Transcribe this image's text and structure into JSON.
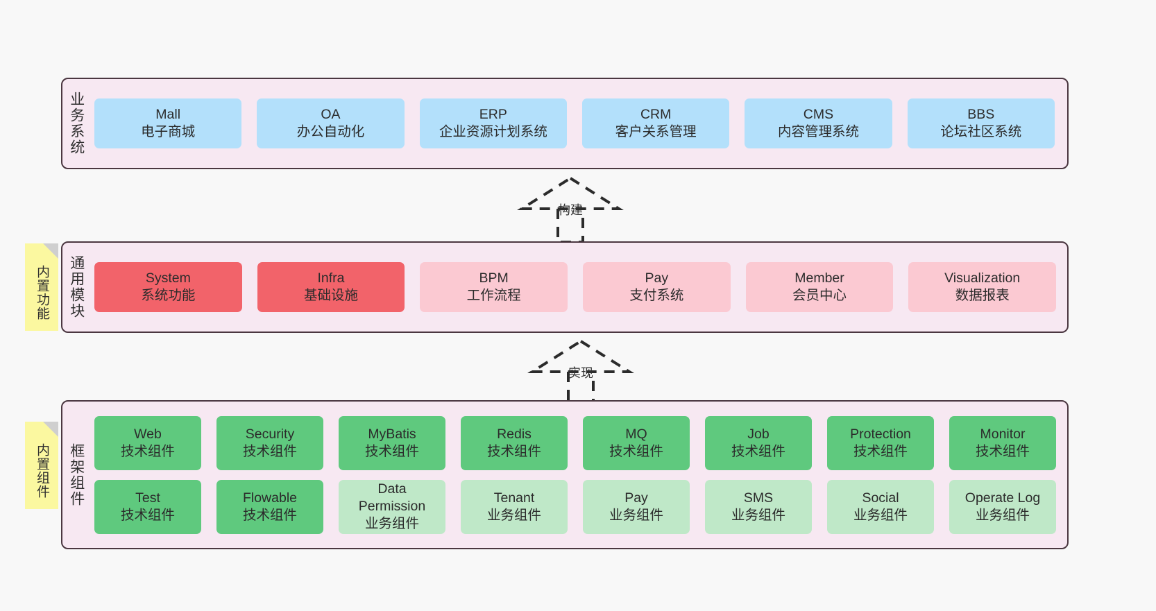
{
  "diagram": {
    "background": "#f8f8f8",
    "panel_fill": "#f7e8f2",
    "panel_border": "#4b3741",
    "note_fill": "#fbf8a0"
  },
  "layers": [
    {
      "id": "business",
      "title": "业务系统",
      "rows": [
        {
          "cells": [
            {
              "en": "Mall",
              "cn": "电子商城",
              "color": "#b3e0fb"
            },
            {
              "en": "OA",
              "cn": "办公自动化",
              "color": "#b3e0fb"
            },
            {
              "en": "ERP",
              "cn": "企业资源计划系统",
              "color": "#b3e0fb"
            },
            {
              "en": "CRM",
              "cn": "客户关系管理",
              "color": "#b3e0fb"
            },
            {
              "en": "CMS",
              "cn": "内容管理系统",
              "color": "#b3e0fb"
            },
            {
              "en": "BBS",
              "cn": "论坛社区系统",
              "color": "#b3e0fb"
            }
          ]
        }
      ]
    },
    {
      "id": "modules",
      "title": "通用模块",
      "note": "内置功能",
      "rows": [
        {
          "cells": [
            {
              "en": "System",
              "cn": "系统功能",
              "color": "#f2636a"
            },
            {
              "en": "Infra",
              "cn": "基础设施",
              "color": "#f2636a"
            },
            {
              "en": "BPM",
              "cn": "工作流程",
              "color": "#fbc9d2"
            },
            {
              "en": "Pay",
              "cn": "支付系统",
              "color": "#fbc9d2"
            },
            {
              "en": "Member",
              "cn": "会员中心",
              "color": "#fbc9d2"
            },
            {
              "en": "Visualization",
              "cn": "数据报表",
              "color": "#fbc9d2"
            }
          ]
        }
      ]
    },
    {
      "id": "framework",
      "title": "框架组件",
      "note": "内置组件",
      "rows": [
        {
          "cells": [
            {
              "en": "Web",
              "cn": "技术组件",
              "color": "#5fc97e"
            },
            {
              "en": "Security",
              "cn": "技术组件",
              "color": "#5fc97e"
            },
            {
              "en": "MyBatis",
              "cn": "技术组件",
              "color": "#5fc97e"
            },
            {
              "en": "Redis",
              "cn": "技术组件",
              "color": "#5fc97e"
            },
            {
              "en": "MQ",
              "cn": "技术组件",
              "color": "#5fc97e"
            },
            {
              "en": "Job",
              "cn": "技术组件",
              "color": "#5fc97e"
            },
            {
              "en": "Protection",
              "cn": "技术组件",
              "color": "#5fc97e"
            },
            {
              "en": "Monitor",
              "cn": "技术组件",
              "color": "#5fc97e"
            }
          ]
        },
        {
          "cells": [
            {
              "en": "Test",
              "cn": "技术组件",
              "color": "#5fc97e"
            },
            {
              "en": "Flowable",
              "cn": "技术组件",
              "color": "#5fc97e"
            },
            {
              "en": "Data Permission",
              "cn": "业务组件",
              "color": "#bfe8c8",
              "wrap": true
            },
            {
              "en": "Tenant",
              "cn": "业务组件",
              "color": "#bfe8c8"
            },
            {
              "en": "Pay",
              "cn": "业务组件",
              "color": "#bfe8c8"
            },
            {
              "en": "SMS",
              "cn": "业务组件",
              "color": "#bfe8c8"
            },
            {
              "en": "Social",
              "cn": "业务组件",
              "color": "#bfe8c8"
            },
            {
              "en": "Operate Log",
              "cn": "业务组件",
              "color": "#bfe8c8"
            }
          ]
        }
      ]
    }
  ],
  "arrows": [
    {
      "id": "build",
      "label": "构建"
    },
    {
      "id": "impl",
      "label": "实现"
    }
  ]
}
